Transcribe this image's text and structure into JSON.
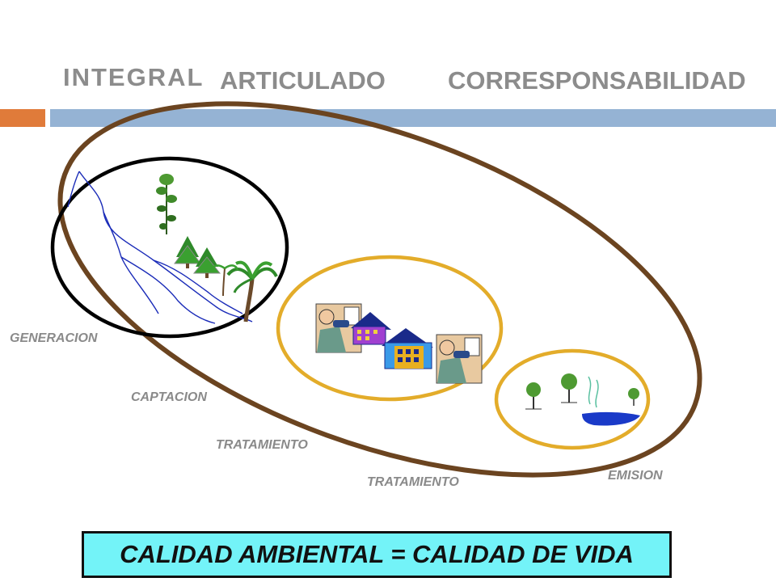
{
  "headings": {
    "integral": "INTEGRAL",
    "articulado": "ARTICULADO",
    "corresponsabilidad": "CORRESPONSABILIDAD"
  },
  "stages": {
    "generacion": "GENERACION",
    "captacion": "CAPTACION",
    "tratamiento_1": "TRATAMIENTO",
    "tratamiento_2": "TRATAMIENTO",
    "emision": "EMISION"
  },
  "formula": "CALIDAD AMBIENTAL = CALIDAD DE VIDA",
  "colors": {
    "heading_text": "#8c8c8c",
    "accent_bar": "#e07b3a",
    "main_bar": "#95b3d4",
    "outer_ellipse": "#6b4420",
    "inner_ellipse_black": "#000000",
    "inner_ellipse_gold": "#e3ac2a",
    "formula_box": "#73f3f8"
  },
  "icons": [
    "river-icon",
    "plant-icon",
    "pine-trees-icon",
    "palm-tree-icon",
    "office-worker-icon",
    "building-icon",
    "small-tree-icon",
    "water-pond-icon"
  ]
}
